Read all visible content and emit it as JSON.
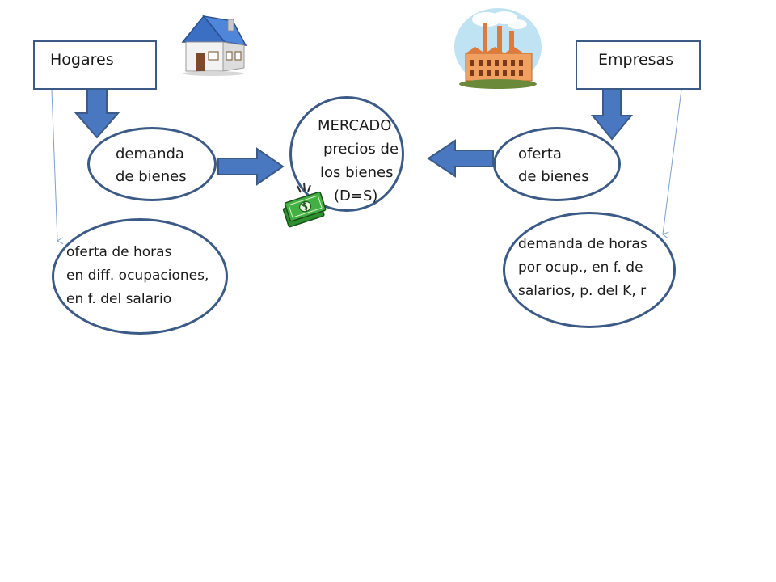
{
  "nodes": {
    "hogares": "Hogares",
    "empresas": "Empresas",
    "mercado": [
      "MERCADO",
      "precios de",
      "los bienes",
      "(D=S)"
    ],
    "demanda_bienes": [
      "demanda",
      "de bienes"
    ],
    "oferta_bienes": [
      "oferta",
      "de bienes"
    ],
    "oferta_horas": [
      "oferta de horas",
      "en diff. ocupaciones,",
      "en f. del salario"
    ],
    "demanda_horas": [
      "demanda de horas",
      "por ocup., en f. de",
      "salarios, p. del K, r"
    ]
  },
  "icons": {
    "house": "house-icon",
    "factory": "factory-icon",
    "money": "money-icon"
  },
  "colors": {
    "outline": "#3b5a86",
    "arrow_fill": "#4a78c0",
    "thin_line": "#7c9fcf"
  }
}
